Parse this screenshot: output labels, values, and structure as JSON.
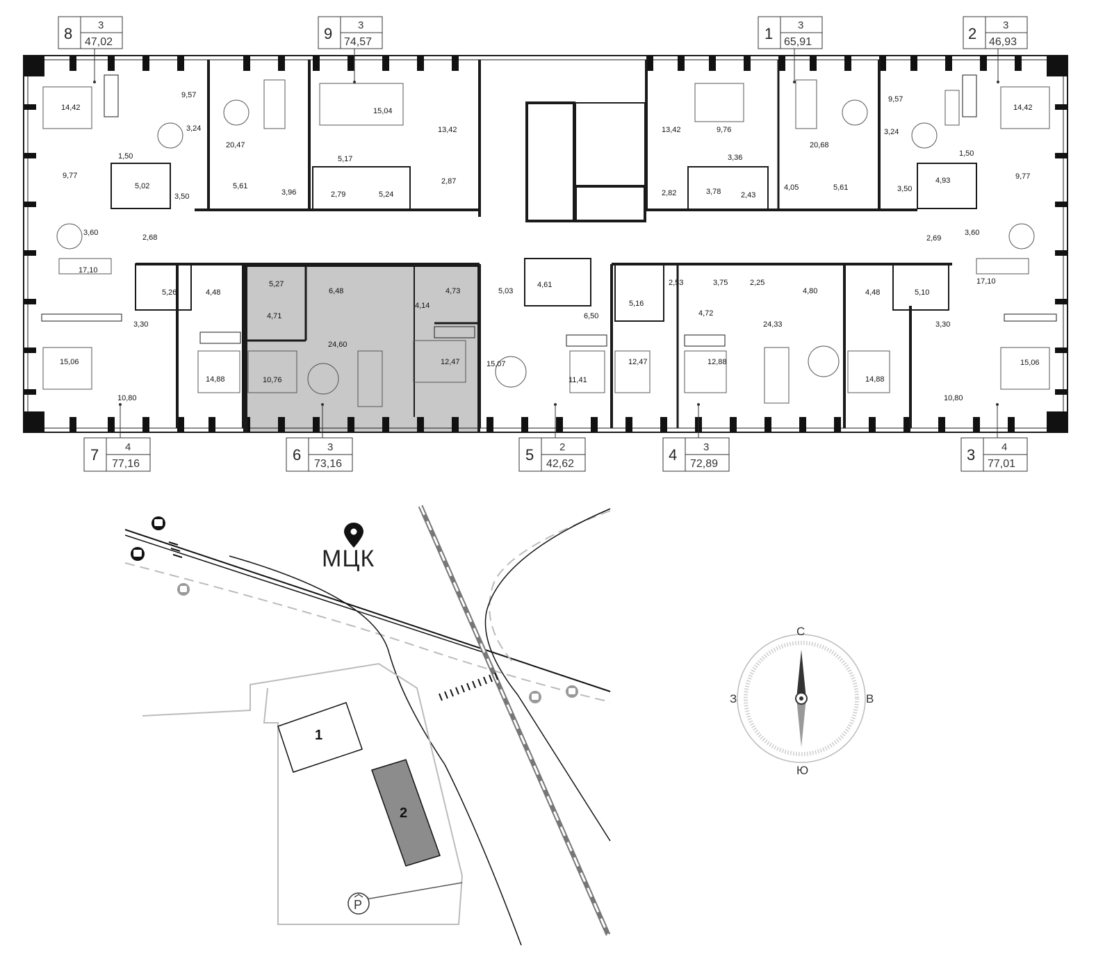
{
  "units": [
    {
      "id": "8",
      "rooms": "3",
      "area": "47,02"
    },
    {
      "id": "9",
      "rooms": "3",
      "area": "74,57"
    },
    {
      "id": "1",
      "rooms": "3",
      "area": "65,91"
    },
    {
      "id": "2",
      "rooms": "3",
      "area": "46,93"
    },
    {
      "id": "7",
      "rooms": "4",
      "area": "77,16"
    },
    {
      "id": "6",
      "rooms": "3",
      "area": "73,16"
    },
    {
      "id": "5",
      "rooms": "2",
      "area": "42,62"
    },
    {
      "id": "4",
      "rooms": "3",
      "area": "72,89"
    },
    {
      "id": "3",
      "rooms": "4",
      "area": "77,01"
    }
  ],
  "highlighted_unit": "6",
  "room_areas": [
    "14,42",
    "9,57",
    "3,24",
    "1,50",
    "9,77",
    "5,02",
    "3,50",
    "20,47",
    "5,61",
    "3,96",
    "15,04",
    "13,42",
    "5,17",
    "2,79",
    "5,24",
    "2,87",
    "3,60",
    "2,68",
    "17,10",
    "5,26",
    "4,48",
    "3,30",
    "15,06",
    "10,80",
    "14,88",
    "5,27",
    "6,48",
    "4,71",
    "24,60",
    "10,76",
    "4,14",
    "4,73",
    "12,47",
    "5,03",
    "4,61",
    "6,50",
    "15,07",
    "11,41",
    "13,42",
    "9,76",
    "20,68",
    "3,36",
    "2,82",
    "3,78",
    "2,43",
    "4,05",
    "5,61",
    "14,42",
    "9,57",
    "3,24",
    "1,50",
    "9,77",
    "4,93",
    "3,50",
    "2,69",
    "3,60",
    "17,10",
    "5,16",
    "2,53",
    "3,75",
    "2,25",
    "4,80",
    "4,72",
    "12,47",
    "12,88",
    "24,33",
    "4,48",
    "5,10",
    "3,30",
    "14,88",
    "10,80",
    "15,06"
  ],
  "site": {
    "station_label": "МЦК",
    "buildings": [
      "1",
      "2"
    ]
  },
  "compass": {
    "north": "С",
    "south": "Ю",
    "west": "З",
    "east": "В"
  },
  "colors": {
    "highlight": "#c8c8c8",
    "building_highlight": "#8c8c8c",
    "wall": "#1a1a1a"
  }
}
